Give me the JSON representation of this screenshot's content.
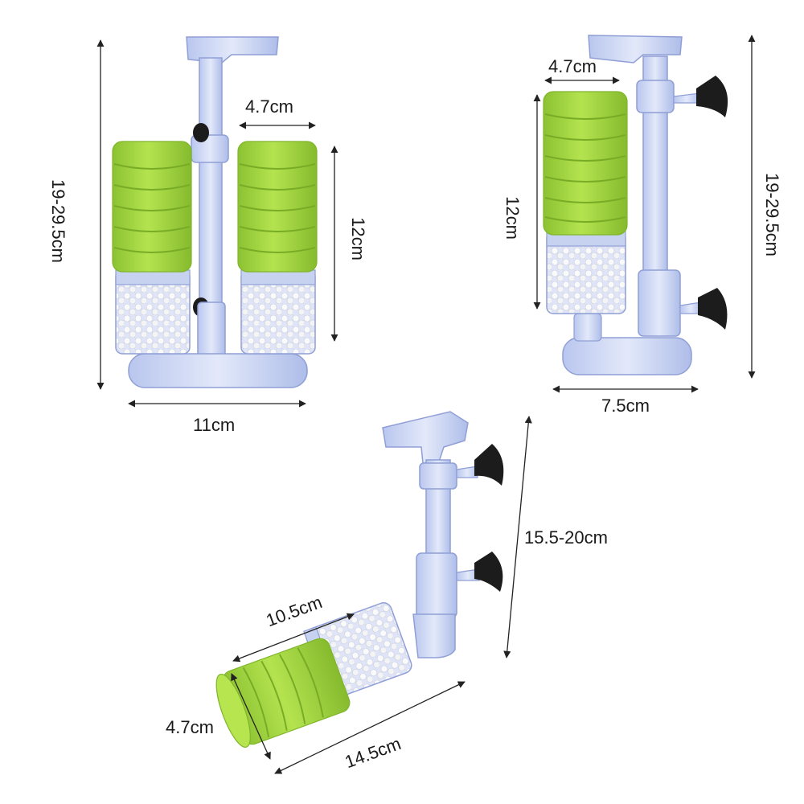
{
  "filters": {
    "double": {
      "height_label": "19-29.5cm",
      "sponge_width_label": "4.7cm",
      "sponge_height_label": "12cm",
      "base_width_label": "11cm"
    },
    "single": {
      "height_label": "19-29.5cm",
      "sponge_width_label": "4.7cm",
      "sponge_height_label": "12cm",
      "base_width_label": "7.5cm"
    },
    "angled": {
      "height_label": "15.5-20cm",
      "sponge_length_label": "10.5cm",
      "sponge_diameter_label": "4.7cm",
      "total_length_label": "14.5cm"
    }
  },
  "colors": {
    "sponge": "#a6d83c",
    "sponge_dark": "#7fb52a",
    "plastic": "#c9d4f2",
    "plastic_edge": "#8f9fd6",
    "ceramic": "#f2f2f2",
    "suction": "#1c1c1c",
    "line": "#222222"
  }
}
